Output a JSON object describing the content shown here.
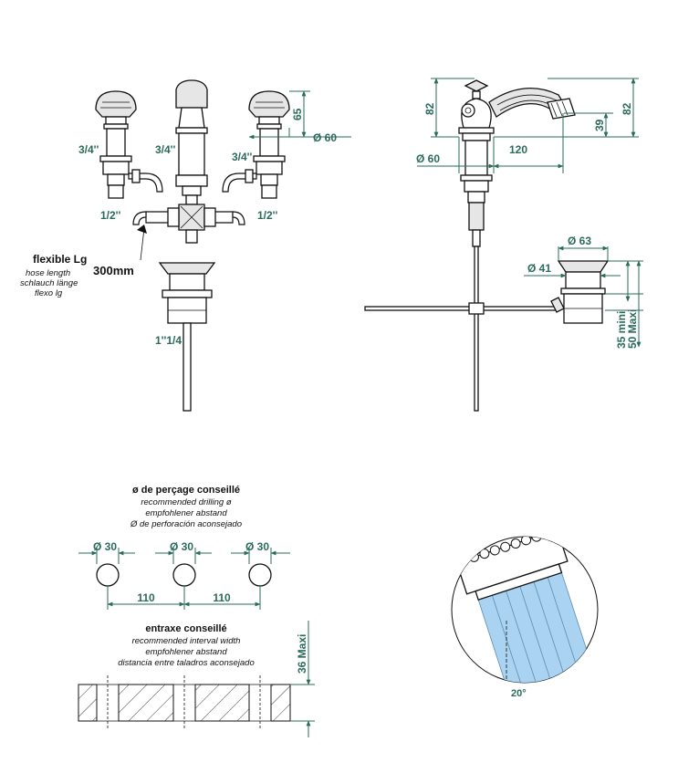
{
  "front_view": {
    "dim_65": "65",
    "dim_d60": "Ø 60",
    "thread_left": "3/4''",
    "thread_center": "3/4''",
    "thread_right": "3/4''",
    "outlet_left": "1/2''",
    "outlet_right": "1/2''",
    "hose_title": "flexible Lg",
    "hose_en": "hose length",
    "hose_de": "schlauch länge",
    "hose_es": "flexo lg",
    "hose_length": "300mm",
    "waste_size": "1''1/4"
  },
  "side_view": {
    "dim_82_left": "82",
    "dim_82_right": "82",
    "dim_39": "39",
    "dim_d60": "Ø 60",
    "dim_120": "120",
    "dim_d63": "Ø 63",
    "dim_d41": "Ø 41",
    "dim_35_mini": "35 mini",
    "dim_50_maxi": "50 Maxi"
  },
  "drilling": {
    "title": "ø de perçage conseillé",
    "en": "recommended drilling ø",
    "de": "empfohlener abstand",
    "es": "Ø de perforación aconsejado",
    "hole_dims": [
      "Ø 30",
      "Ø 30",
      "Ø 30"
    ],
    "spacing": [
      "110",
      "110"
    ]
  },
  "interval": {
    "title": "entraxe conseillé",
    "en": "recommended interval width",
    "de": "empfohlener abstand",
    "es": "distancia entre taladros aconsejado",
    "dim_36": "36 Maxi"
  },
  "detail": {
    "angle": "20°"
  },
  "colors": {
    "dimension": "#2a6b5a",
    "water": "#a9d3f0"
  }
}
